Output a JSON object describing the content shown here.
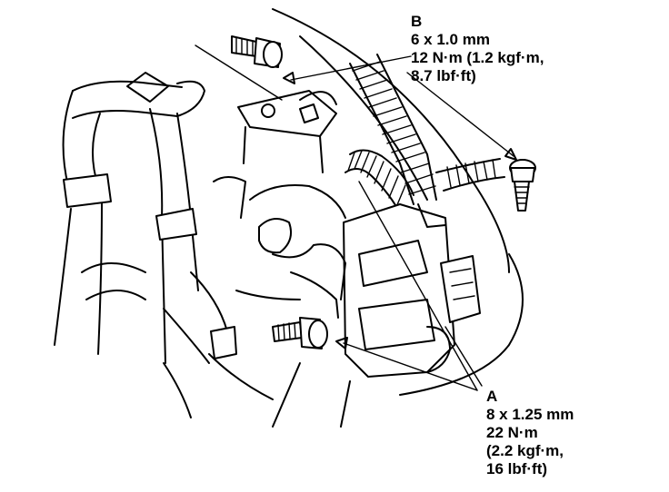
{
  "callouts": {
    "b": {
      "letter": "B",
      "size": "6 x 1.0 mm",
      "torque_line1": "12 N·m (1.2 kgf·m,",
      "torque_line2": "8.7 lbf·ft)"
    },
    "a": {
      "letter": "A",
      "size": "8 x 1.25 mm",
      "torque_line1": "22 N·m",
      "torque_line2": "(2.2 kgf·m,",
      "torque_line3": "16 lbf·ft)"
    }
  },
  "icons": [
    "bolt-icon",
    "leader-arrow-icon"
  ],
  "colors": {
    "ink": "#000000",
    "paper": "#ffffff"
  }
}
